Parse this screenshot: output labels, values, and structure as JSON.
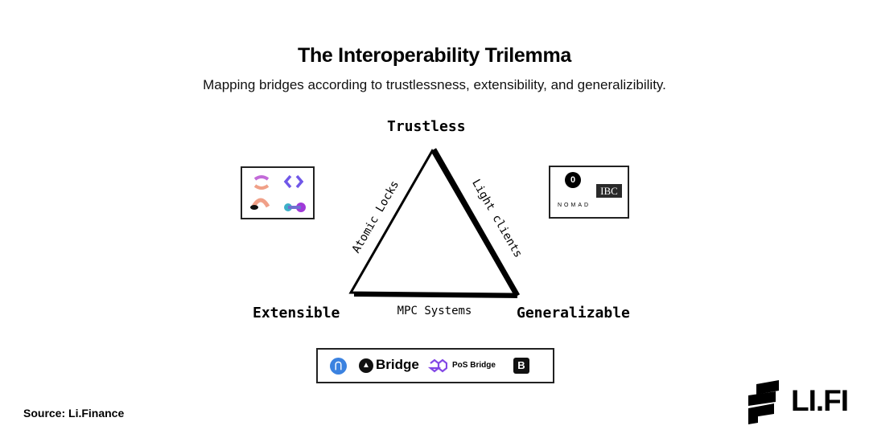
{
  "title": "The Interoperability Trilemma",
  "subtitle": "Mapping bridges according to trustlessness, extensibility, and generalizibility.",
  "vertices": {
    "top": "Trustless",
    "left": "Extensible",
    "right": "Generalizable"
  },
  "edges": {
    "left": "Atomic Locks",
    "right": "Light clients",
    "bottom": "MPC Systems"
  },
  "atomic_locks_logos": [
    "swap-logo",
    "connext-logo",
    "hop-logo",
    "liquidity-logo"
  ],
  "light_clients_logos": {
    "nomad_icon": "0",
    "nomad": "NOMAD",
    "ibc": "IBC"
  },
  "mpc_logos": {
    "avalanche_bridge": "Bridge",
    "pos_bridge": "PoS Bridge",
    "binance": "B"
  },
  "source": "Source: Li.Finance",
  "brand": "LI.FI"
}
